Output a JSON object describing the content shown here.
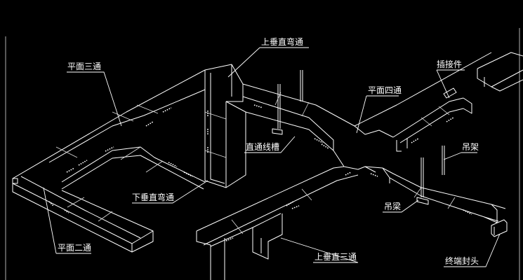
{
  "labels": {
    "top_vertical_bend": "上垂直弯通",
    "plane_tee": "平面三通",
    "connector": "插接件",
    "plane_cross": "平面四通",
    "straight_tray": "直通线槽",
    "hanger_rod": "吊架",
    "bottom_vertical_bend": "下垂直弯通",
    "hanger_beam": "吊梁",
    "plane_elbow": "平面二通",
    "top_vertical_tee": "上垂直三通",
    "end_cap": "终端封头"
  },
  "colors": {
    "background": "#000000",
    "lines": "#ffffff"
  }
}
